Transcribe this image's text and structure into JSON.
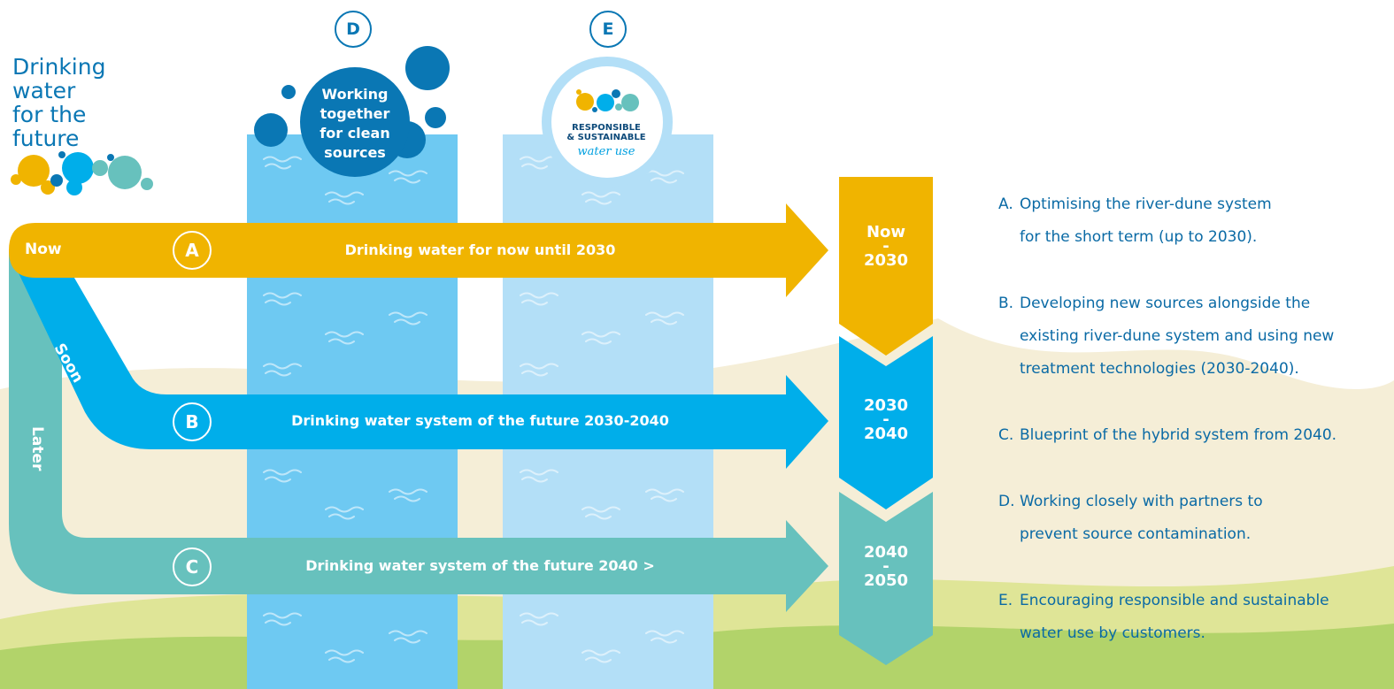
{
  "logo": {
    "lines": [
      "Drinking",
      "water",
      "for the",
      "future"
    ]
  },
  "pillars": [
    {
      "letter": "D",
      "title_lines": [
        "Working",
        "together",
        "for clean",
        "sources"
      ]
    },
    {
      "letter": "E",
      "badge_lines": [
        "RESPONSIBLE",
        "& SUSTAINABLE"
      ],
      "badge_script": "water use"
    }
  ],
  "arrows": [
    {
      "letter": "A",
      "stage": "Now",
      "label": "Drinking water for now until 2030",
      "color": "#f0b400"
    },
    {
      "letter": "B",
      "stage": "Soon",
      "label": "Drinking water system of the future 2030-2040",
      "color": "#00aeea"
    },
    {
      "letter": "C",
      "stage": "Later",
      "label": "Drinking water system of the future 2040 >",
      "color": "#67c1bd"
    }
  ],
  "periods": [
    {
      "top": "Now",
      "sep": "-",
      "bottom": "2030",
      "color": "#f0b400"
    },
    {
      "top": "2030",
      "sep": "-",
      "bottom": "2040",
      "color": "#00aeea"
    },
    {
      "top": "2040",
      "sep": "-",
      "bottom": "2050",
      "color": "#67c1bd"
    }
  ],
  "legend": [
    {
      "key": "A.",
      "lines": [
        "Optimising the river-dune system",
        "for the short term (up to 2030)."
      ]
    },
    {
      "key": "B.",
      "lines": [
        "Developing new sources alongside the",
        "existing river-dune system and using new",
        "treatment technologies (2030-2040)."
      ]
    },
    {
      "key": "C.",
      "lines": [
        "Blueprint of the hybrid system from 2040."
      ]
    },
    {
      "key": "D.",
      "lines": [
        "Working closely with partners to",
        "prevent source contamination."
      ]
    },
    {
      "key": "E.",
      "lines": [
        "Encouraging responsible and sustainable",
        "water use by customers."
      ]
    }
  ],
  "colors": {
    "brand_blue": "#0a77b4",
    "hill_light": "#f5eed7",
    "hill_green": "#b2d36a",
    "pillar_d": "#6ec9f2",
    "pillar_e": "#b3dff7"
  }
}
